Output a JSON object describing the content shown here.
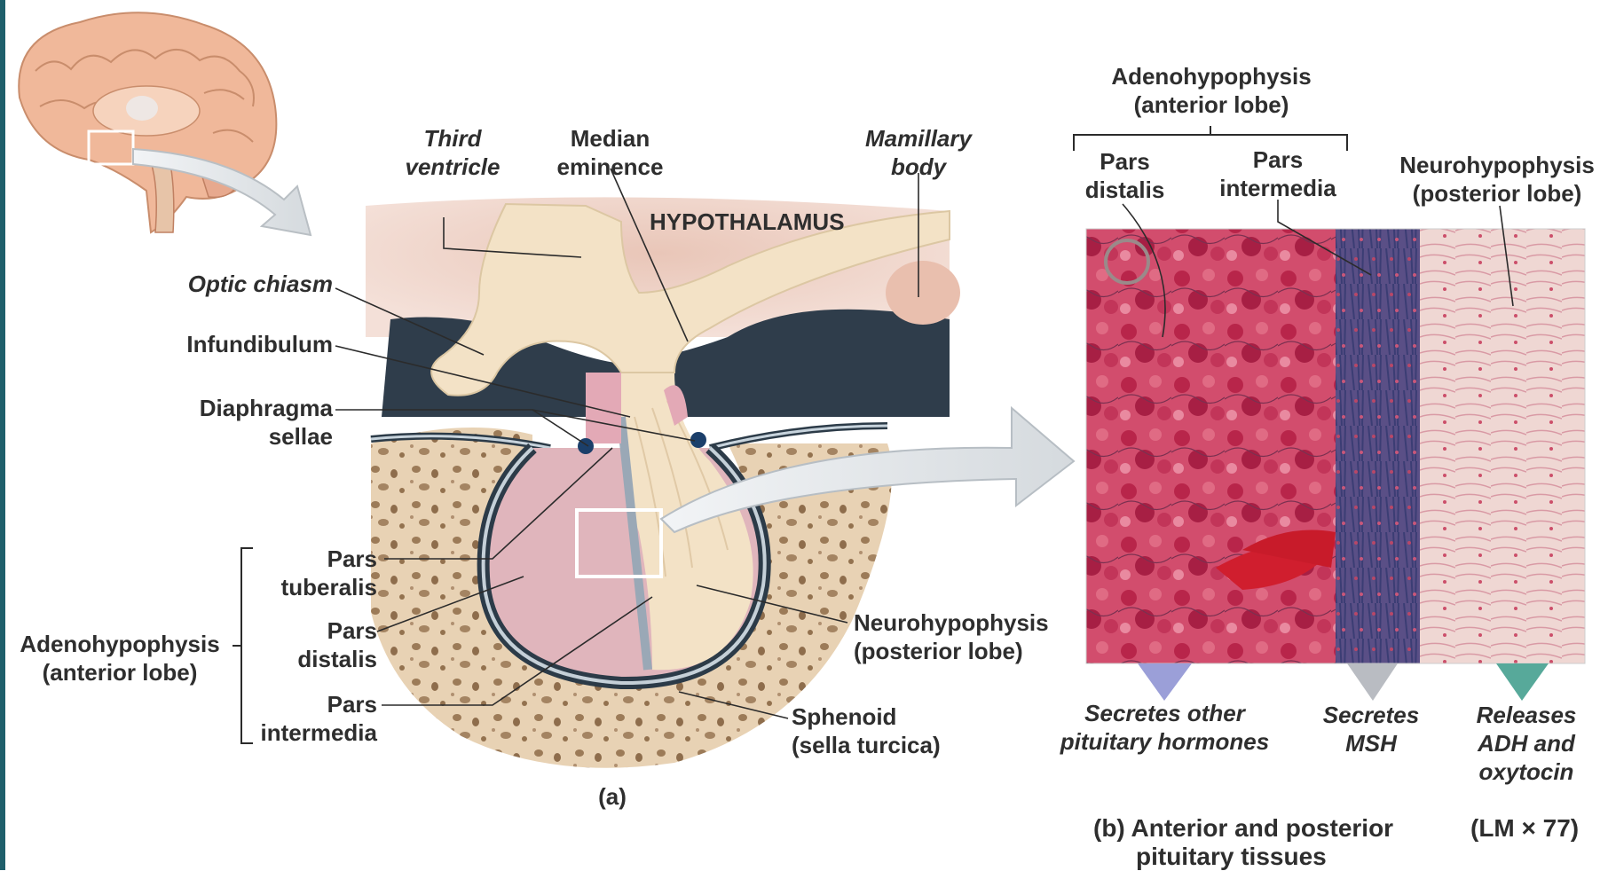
{
  "colors": {
    "hypothalamus": "#e9c6b8",
    "neural_tissue": "#f3e2c6",
    "pars_distalis": "#e0b5bc",
    "dark_space": "#2f3d4b",
    "bone": "#e5ccad",
    "bone_pore": "#9b7a56",
    "capsule": "#2c3b48",
    "stain_red": "#c93a5c",
    "stain_blue": "#4a4f8c",
    "arrow": "#dbe0e4",
    "tri_other": "#9b9fd8",
    "tri_msh": "#b9bcc2",
    "tri_adh": "#57a99a",
    "border_accent": "#1f5f6b"
  },
  "icons": {
    "brain": "brain-sagittal-icon",
    "magnify_arrow": "curved-arrow-icon",
    "bracket": "bracket-icon",
    "marker": "triangle-marker-icon"
  },
  "panel_a": {
    "hypothalamus": "HYPOTHALAMUS",
    "third_ventricle": [
      "Third",
      "ventricle"
    ],
    "median_eminence": [
      "Median",
      "eminence"
    ],
    "mamillary_body": [
      "Mamillary",
      "body"
    ],
    "optic_chiasm": "Optic chiasm",
    "infundibulum": "Infundibulum",
    "diaphragma_sellae": [
      "Diaphragma",
      "sellae"
    ],
    "pars_tuberalis": [
      "Pars",
      "tuberalis"
    ],
    "pars_distalis": [
      "Pars",
      "distalis"
    ],
    "pars_intermedia": [
      "Pars",
      "intermedia"
    ],
    "adenohypophysis": [
      "Adenohypophysis",
      "(anterior lobe)"
    ],
    "neurohypophysis": [
      "Neurohypophysis",
      "(posterior lobe)"
    ],
    "sphenoid": [
      "Sphenoid",
      "(sella turcica)"
    ],
    "caption": "(a)"
  },
  "panel_b": {
    "adenohypophysis": [
      "Adenohypophysis",
      "(anterior lobe)"
    ],
    "pars_distalis": [
      "Pars",
      "distalis"
    ],
    "pars_intermedia": [
      "Pars",
      "intermedia"
    ],
    "neurohypophysis": [
      "Neurohypophysis",
      "(posterior lobe)"
    ],
    "secretes_other": [
      "Secretes other",
      "pituitary hormones"
    ],
    "secretes_msh": [
      "Secretes",
      "MSH"
    ],
    "releases_adh": [
      "Releases",
      "ADH and",
      "oxytocin"
    ],
    "caption": [
      "(b) Anterior and posterior",
      "pituitary tissues"
    ],
    "magnification": "(LM × 77)"
  }
}
